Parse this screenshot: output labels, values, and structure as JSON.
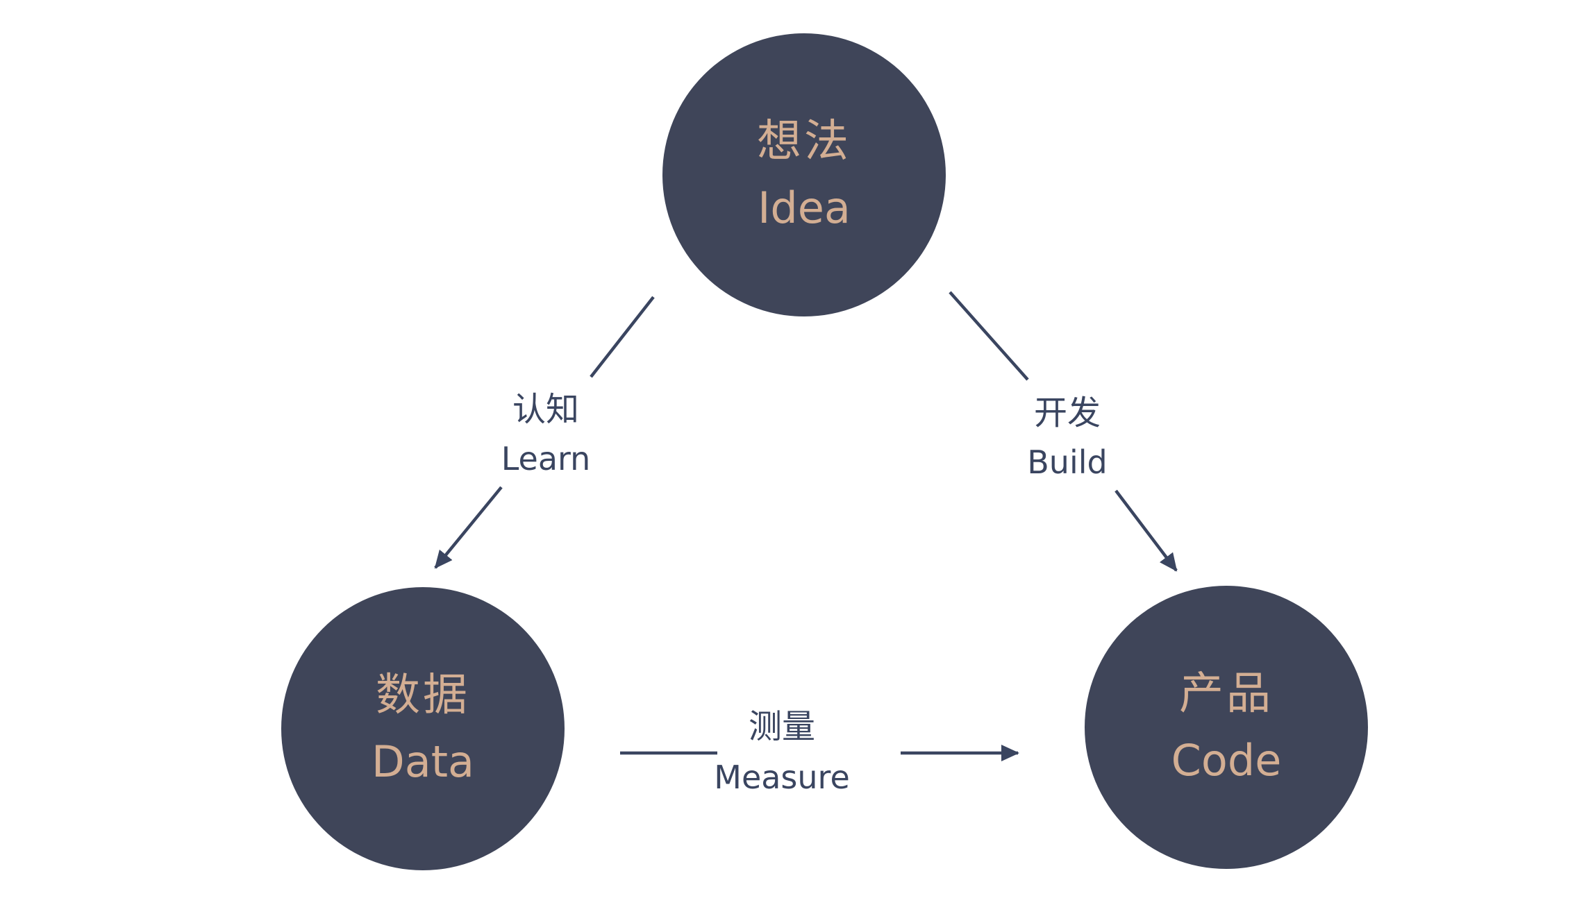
{
  "nodes": {
    "idea": {
      "zh": "想法",
      "en": "Idea"
    },
    "data": {
      "zh": "数据",
      "en": "Data"
    },
    "code": {
      "zh": "产品",
      "en": "Code"
    }
  },
  "edges": {
    "learn": {
      "zh": "认知",
      "en": "Learn"
    },
    "build": {
      "zh": "开发",
      "en": "Build"
    },
    "measure": {
      "zh": "测量",
      "en": "Measure"
    }
  },
  "colors": {
    "background": "#ffffff",
    "node_fill": "#3F4559",
    "node_text": "#D3AE93",
    "edge_color": "#3A4560"
  }
}
